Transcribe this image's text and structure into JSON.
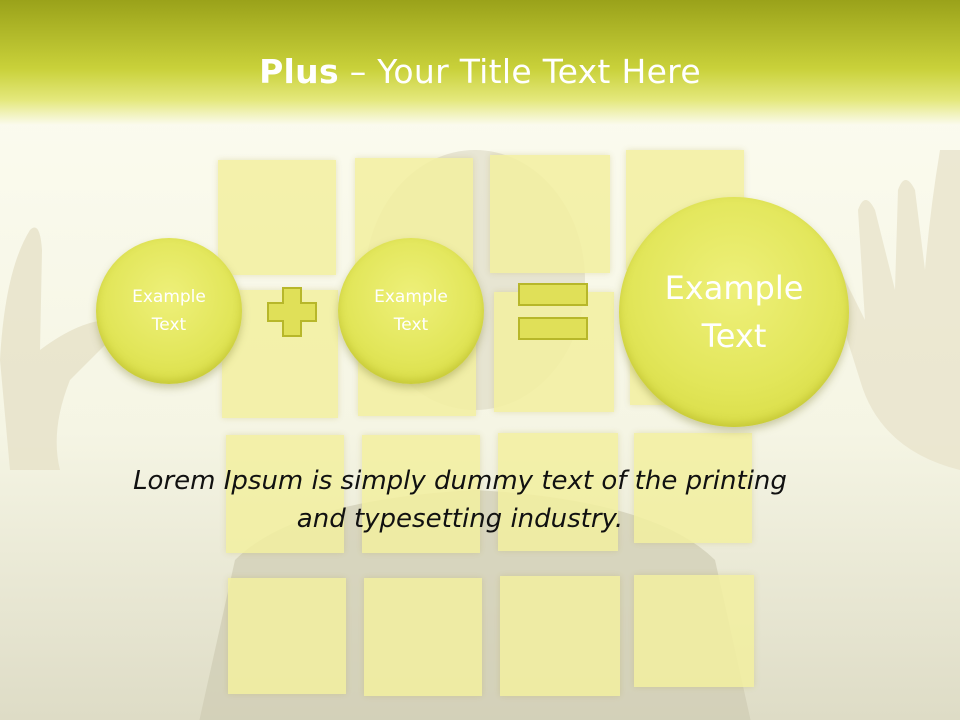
{
  "slide": {
    "title_bold": "Plus",
    "title_rest": " – Your Title Text Here",
    "circles": [
      {
        "line1": "Example",
        "line2": "Text"
      },
      {
        "line1": "Example",
        "line2": "Text"
      },
      {
        "line1": "Example",
        "line2": "Text"
      }
    ],
    "operators": [
      "plus-icon",
      "equals-icon"
    ],
    "body_text_line1": "Lorem Ipsum is simply dummy text of the printing",
    "body_text_line2": "and typesetting industry."
  },
  "colors": {
    "title_bar": "#c9d13a",
    "circle_fill": "#e2e65a",
    "operator_fill": "#e0e058",
    "text_dark": "#111111",
    "text_light": "#ffffff"
  }
}
